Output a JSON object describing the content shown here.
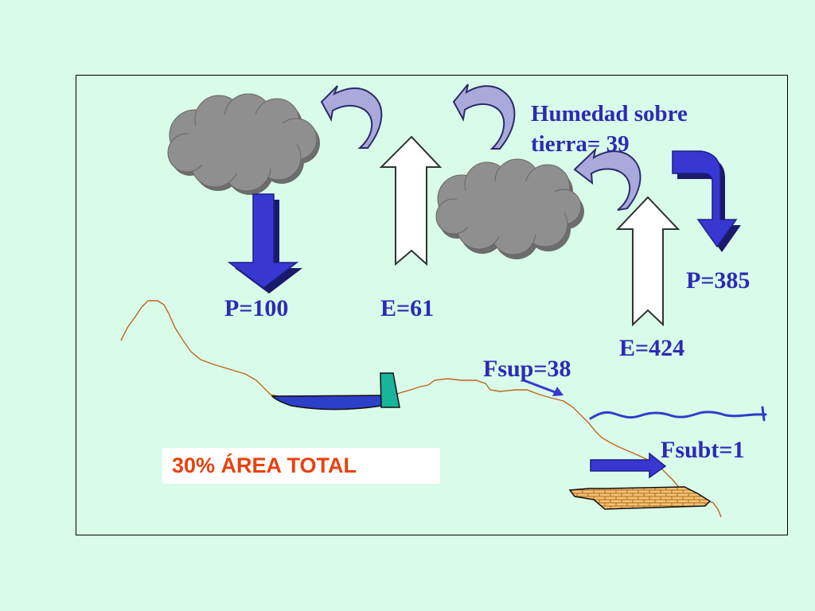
{
  "labels": {
    "p_left": "P=100",
    "e_left": "E=61",
    "p_right": "P=385",
    "e_right": "E=424",
    "humedad_line1": "Humedad sobre",
    "humedad_line2": "tierra= 39",
    "fsup": "Fsup=38",
    "fsubt": "Fsubt=1"
  },
  "note": "30% ÁREA TOTAL",
  "colors": {
    "background": "#d9fbe9",
    "label_text": "#2b2bb5",
    "precip_arrow": "#3737d1",
    "evap_arrow": "#ffffff",
    "moisture_arrow": "#a9a9dc",
    "cloud": "#8f8f8f",
    "terrain": "#c0651d",
    "lake": "#2d3ec8",
    "dam": "#19b49a",
    "aquifer": "#f2c27a",
    "note_text": "#e8420f"
  }
}
